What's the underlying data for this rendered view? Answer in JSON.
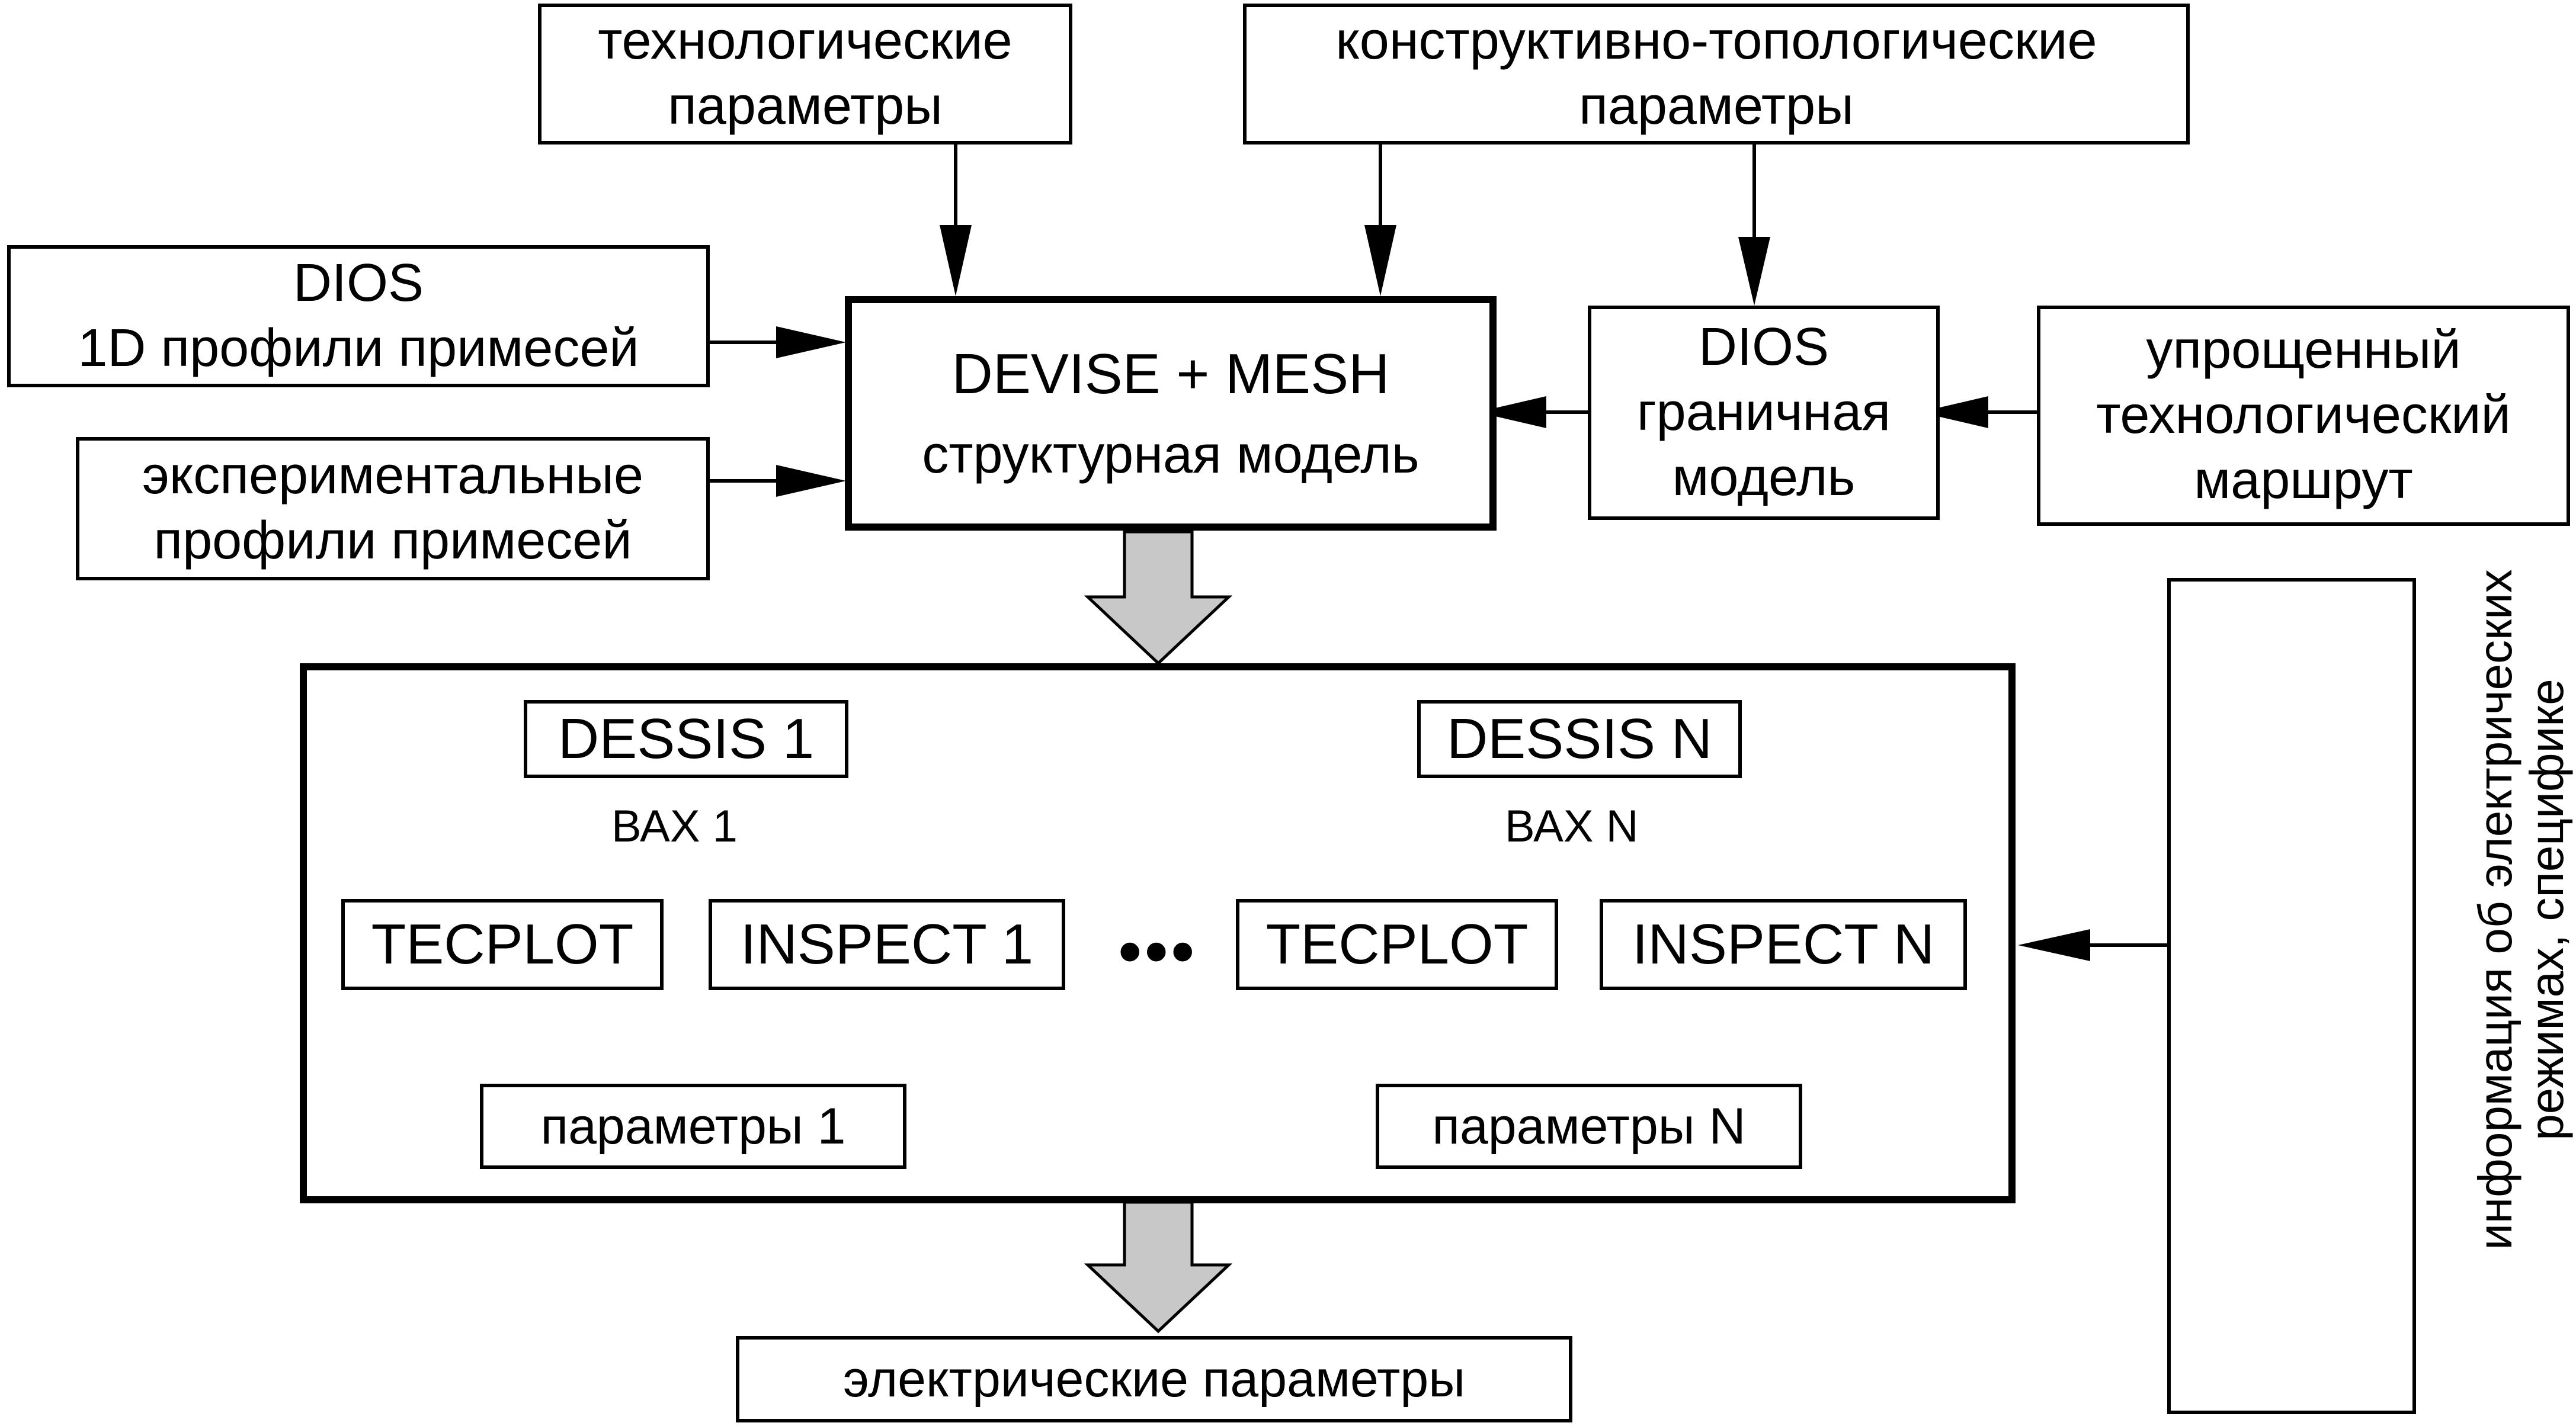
{
  "boxes": {
    "tech_params": "технологические\nпараметры",
    "constr_params": "конструктивно-топологические\nпараметры",
    "dios_1d": "DIOS\n1D профили примесей",
    "exp_profiles": "экспериментальные\nпрофили примесей",
    "devise_mesh_line1": "DEVISE + MESH",
    "devise_mesh_line2": "структурная модель",
    "dios_boundary": "DIOS\nграничная\nмодель",
    "simplified_route": "упрощенный\nтехнологический\nмаршрут",
    "dessis_1": "DESSIS 1",
    "dessis_n": "DESSIS N",
    "tecplot_1": "TECPLOT",
    "tecplot_n": "TECPLOT",
    "inspect_1": "INSPECT 1",
    "inspect_n": "INSPECT N",
    "params_1": "параметры 1",
    "params_n": "параметры N",
    "electrical_params": "электрические параметры",
    "info_box": "информация об электрических\nрежимах, специфике\nиспользуемых моделей\nфизических эффектов"
  },
  "labels": {
    "vax_1": "ВАХ 1",
    "vax_n": "ВАХ N",
    "ellipsis": "•••"
  },
  "colors": {
    "line": "#000000",
    "block_arrow_fill": "#c8c8c8"
  }
}
